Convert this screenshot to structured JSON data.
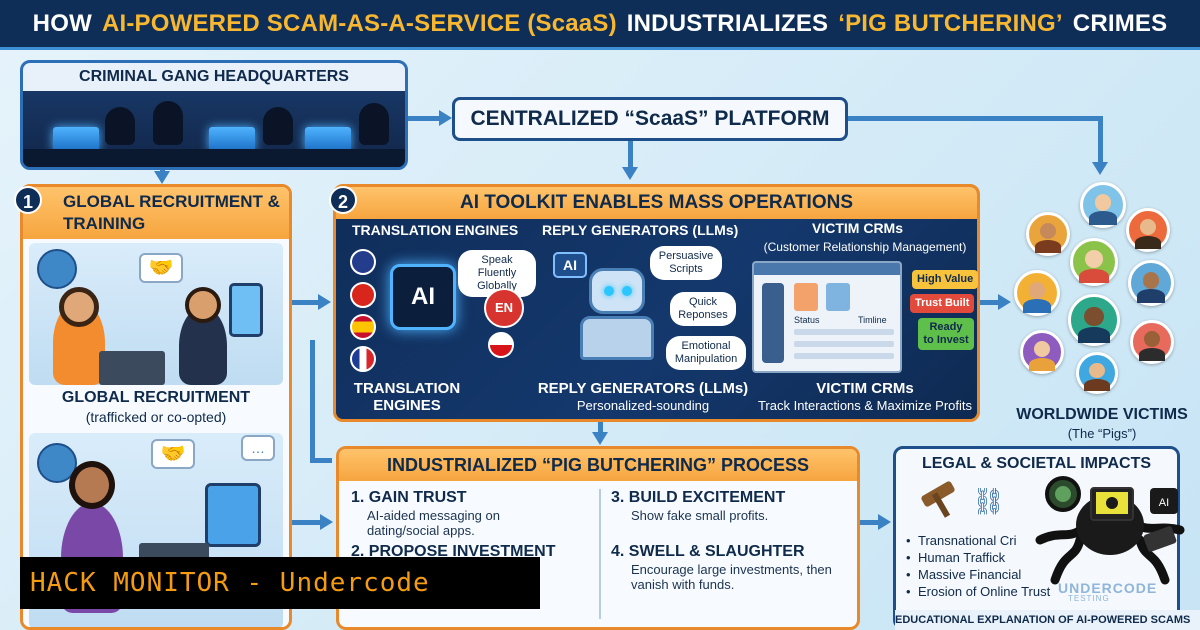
{
  "title": {
    "part1": "HOW",
    "part2": "AI-POWERED SCAM-AS-A-SERVICE (ScaaS)",
    "part3": "INDUSTRIALIZES",
    "part4": "‘PIG BUTCHERING’",
    "part5": "CRIMES"
  },
  "hq": {
    "title": "CRIMINAL GANG HEADQUARTERS"
  },
  "platform": {
    "label": "CENTRALIZED “ScaaS” PLATFORM"
  },
  "panel1": {
    "number": "1",
    "title": "GLOBAL RECRUITMENT & TRAINING",
    "caption_title": "GLOBAL RECRUITMENT",
    "caption_sub": "(trafficked or co-opted)"
  },
  "panel2": {
    "number": "2",
    "title": "AI TOOLKIT ENABLES MASS OPERATIONS",
    "translation": {
      "head": "TRANSLATION ENGINES",
      "chip": "AI",
      "bubble": "Speak Fluently Globally",
      "en": "EN",
      "foot": "TRANSLATION ENGINES"
    },
    "reply": {
      "head": "REPLY GENERATORS (LLMs)",
      "ai_box": "AI",
      "bubbles": [
        "Persuasive Scripts",
        "Quick Reponses",
        "Emotional Manipulation"
      ],
      "foot": "REPLY GENERATORS (LLMs)",
      "sub": "Personalized-sounding"
    },
    "crm": {
      "head": "VICTIM CRMs",
      "head_sub": "(Customer Relationship Management)",
      "col_status": "Status",
      "col_timeline": "Timline",
      "tags": [
        "High Value",
        "Trust Built",
        "Ready to Invest"
      ],
      "foot": "VICTIM CRMs",
      "sub": "Track Interactions & Maximize Profits"
    }
  },
  "victims": {
    "label": "WORLDWIDE VICTIMS",
    "sub": "(The “Pigs”)"
  },
  "panel3": {
    "title": "INDUSTRIALIZED “PIG BUTCHERING” PROCESS",
    "steps": [
      {
        "title": "1. GAIN TRUST",
        "body": "AI-aided messaging on dating/social apps."
      },
      {
        "title": "2. PROPOSE INVESTMENT",
        "body": ""
      },
      {
        "title": "3. BUILD EXCITEMENT",
        "body": "Show fake small profits."
      },
      {
        "title": "4. SWELL & SLAUGHTER",
        "body": "Encourage large investments, then vanish with funds."
      }
    ]
  },
  "panel4": {
    "title": "LEGAL & SOCIETAL IMPACTS",
    "items": [
      "Transnational Cri",
      "Human Traffick",
      "Massive Financial",
      "Erosion of Online Trust"
    ]
  },
  "watermark": {
    "text": "UNDERCODE",
    "sub": "TESTING"
  },
  "footer": {
    "text": "EDUCATIONAL EXPLANATION OF AI-POWERED SCAMS"
  },
  "overlay": {
    "text": "HACK MONITOR - Undercode"
  },
  "colors": {
    "navy": "#0e2e57",
    "gold": "#f7b731",
    "orange": "#e88a2b",
    "blue": "#3b82c4",
    "overlay_text": "#f39c12"
  }
}
